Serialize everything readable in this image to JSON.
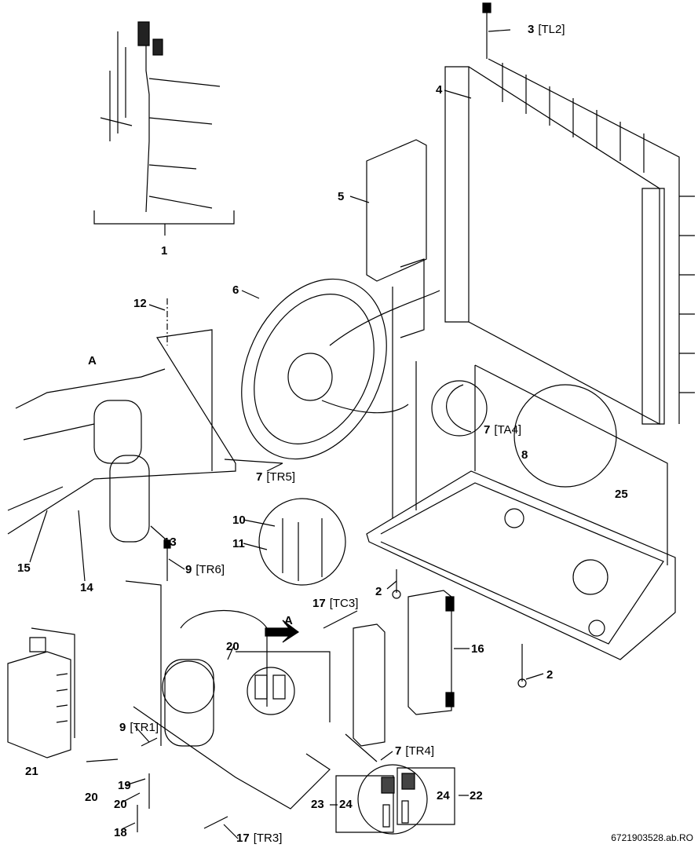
{
  "diagram": {
    "type": "exploded parts diagram",
    "labels": [
      {
        "num": "1",
        "tag": ""
      },
      {
        "num": "3",
        "tag": "[TL2]"
      },
      {
        "num": "4",
        "tag": ""
      },
      {
        "num": "5",
        "tag": ""
      },
      {
        "num": "6",
        "tag": ""
      },
      {
        "num": "12",
        "tag": ""
      },
      {
        "num": "A",
        "tag": ""
      },
      {
        "num": "7",
        "tag": "[TR5]"
      },
      {
        "num": "7",
        "tag": "[TA4]"
      },
      {
        "num": "8",
        "tag": ""
      },
      {
        "num": "25",
        "tag": ""
      },
      {
        "num": "10",
        "tag": ""
      },
      {
        "num": "11",
        "tag": ""
      },
      {
        "num": "13",
        "tag": ""
      },
      {
        "num": "15",
        "tag": ""
      },
      {
        "num": "14",
        "tag": ""
      },
      {
        "num": "9",
        "tag": "[TR6]"
      },
      {
        "num": "2",
        "tag": ""
      },
      {
        "num": "17",
        "tag": "[TC3]"
      },
      {
        "num": "A",
        "tag": ""
      },
      {
        "num": "16",
        "tag": ""
      },
      {
        "num": "20",
        "tag": ""
      },
      {
        "num": "2",
        "tag": ""
      },
      {
        "num": "9",
        "tag": "[TR1]"
      },
      {
        "num": "21",
        "tag": ""
      },
      {
        "num": "7",
        "tag": "[TR4]"
      },
      {
        "num": "20",
        "tag": ""
      },
      {
        "num": "19",
        "tag": ""
      },
      {
        "num": "20",
        "tag": ""
      },
      {
        "num": "23",
        "tag": ""
      },
      {
        "num": "24",
        "tag": ""
      },
      {
        "num": "24",
        "tag": ""
      },
      {
        "num": "22",
        "tag": ""
      },
      {
        "num": "18",
        "tag": ""
      },
      {
        "num": "17",
        "tag": "[TR3]"
      }
    ],
    "drawing_code": "6721903528.ab.RO"
  }
}
